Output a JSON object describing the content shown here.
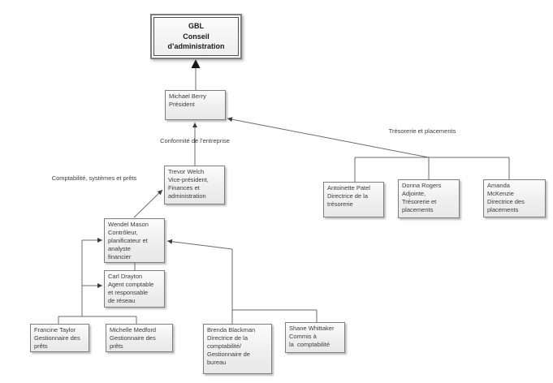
{
  "diagram": {
    "type": "org-chart",
    "colors": {
      "background": "#ffffff",
      "box_fill": "#eeeeee",
      "box_border": "#7e7e7e",
      "line": "#6b6b6b",
      "arrowhead": "#3c3c3c",
      "text": "#3a3a3a"
    },
    "nodes": {
      "gbl": "GBL\nConseil\nd’administration",
      "michael": "Michael Berry\nPrésident",
      "trevor": "Trevor Welch\nVice-président,\nFinances et\nadministration",
      "wendel": "Wendel Mason\nContrôleur,\nplanificateur et\nanalyste\nfinancier",
      "carl": "Carl Drayton\nAgent comptable\net responsable\nde réseau",
      "francine": "Francine Taylor\nGestionnaire des\nprêts",
      "michelle": "Michelle Medford\nGestionnaire des\nprêts",
      "brenda": "Brenda Blackman\nDirectrice de la\ncomptabilité/\nGestionnaire de\nbureau",
      "shane": "Shane Whittaker\nCommis à\nla  comptabilité",
      "antoinette": "Antoinette Patel\nDirectrice de la\ntrésorerie",
      "donna": "Donna Rogers\nAdjointe,\nTrésorerie et\nplacements",
      "amanda": "Amanda\nMcKenzie\nDirectrice des\nplacements"
    },
    "edge_labels": {
      "conformite": "Conformité de l’entreprise",
      "tresorerie": "Trésorerie et placements",
      "comptabilite": "Comptabilité, systèmes et prêts"
    }
  }
}
